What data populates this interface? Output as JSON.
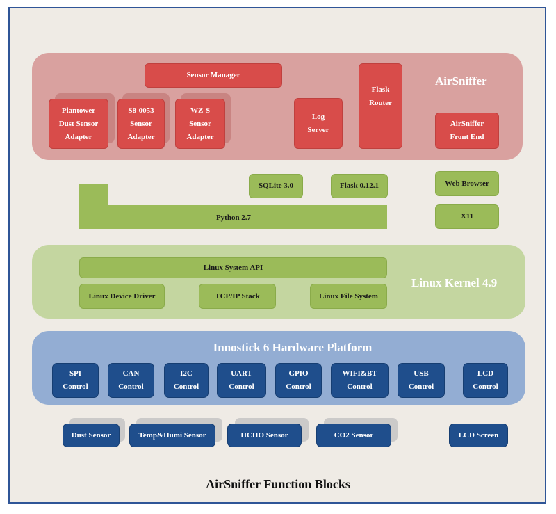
{
  "diagram": {
    "caption": "AirSniffer Function Blocks",
    "airsniffer_layer": {
      "title": "AirSniffer",
      "sensor_manager": "Sensor Manager",
      "adapters": [
        {
          "lines": [
            "Plantower",
            "Dust Sensor",
            "Adapter"
          ]
        },
        {
          "lines": [
            "S8-0053",
            "Sensor",
            "Adapter"
          ]
        },
        {
          "lines": [
            "WZ-S",
            "Sensor",
            "Adapter"
          ]
        }
      ],
      "log_server": {
        "lines": [
          "Log",
          "Server"
        ]
      },
      "flask_router": {
        "lines": [
          "Flask",
          "Router"
        ]
      },
      "front_end": {
        "lines": [
          "AirSniffer",
          "Front End"
        ]
      }
    },
    "middleware": {
      "sqlite": "SQLite 3.0",
      "flask": "Flask 0.12.1",
      "python": "Python 2.7",
      "web_browser": "Web Browser",
      "x11": "X11"
    },
    "kernel_layer": {
      "title": "Linux Kernel 4.9",
      "system_api": "Linux System API",
      "device_driver": "Linux Device Driver",
      "tcpip": "TCP/IP Stack",
      "file_system": "Linux File System"
    },
    "hardware_layer": {
      "title": "Innostick 6 Hardware Platform",
      "controls": [
        {
          "name": "SPI",
          "sub": "Control"
        },
        {
          "name": "CAN",
          "sub": "Control"
        },
        {
          "name": "I2C",
          "sub": "Control"
        },
        {
          "name": "UART",
          "sub": "Control"
        },
        {
          "name": "GPIO",
          "sub": "Control"
        },
        {
          "name": "WIFI&BT",
          "sub": "Control"
        },
        {
          "name": "USB",
          "sub": "Control"
        },
        {
          "name": "LCD",
          "sub": "Control"
        }
      ]
    },
    "devices": [
      "Dust Sensor",
      "Temp&Humi Sensor",
      "HCHO Sensor",
      "CO2 Sensor",
      "LCD Screen"
    ],
    "colors": {
      "airsniffer_layer": "#d9a19f",
      "airsniffer_box": "#d84c4a",
      "green_box": "#9bbb59",
      "kernel_layer": "#c4d6a0",
      "hardware_layer": "#93add3",
      "blue_box": "#1f4e8c",
      "frame_border": "#2f5597"
    }
  }
}
